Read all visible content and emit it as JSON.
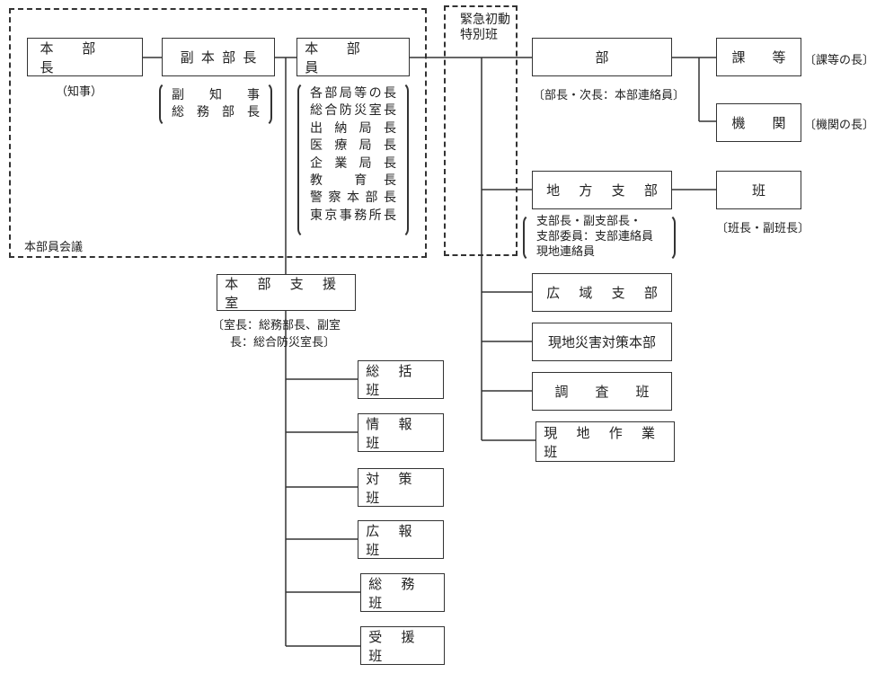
{
  "honbu_kaigi": {
    "label": "本部員会議",
    "honbucho": "本 部 長",
    "chiji": "（知事）",
    "fuku_honbucho": "副本部長",
    "fuku_list": [
      "副　知　事",
      "総 務 部 長"
    ],
    "honbuin": "本　部　員",
    "honbuin_list": [
      "各部局等の長",
      "総合防災室長",
      "出 納 局 長",
      "医 療 局 長",
      "企 業 局 長",
      "教　　育　長",
      "警察本部長",
      "東京事務所長"
    ]
  },
  "kinkyu": {
    "line1": "緊急初動",
    "line2": "特別班"
  },
  "bu": {
    "label": "部",
    "note": "〔部長・次長：本部連絡員〕"
  },
  "ka": {
    "label": "課　　等",
    "note": "〔課等の長〕"
  },
  "kikan": {
    "label": "機　　関",
    "note": "〔機関の長〕"
  },
  "chiho_shibu": {
    "label": "地 方 支 部",
    "notes": [
      "支部長・副支部長・",
      "支部委員：支部連絡員",
      "現地連絡員"
    ]
  },
  "han": {
    "label": "班",
    "note": "〔班長・副班長〕"
  },
  "koiki_shibu": "広 域 支 部",
  "genchi_saigai": "現地災害対策本部",
  "chosa": "調　　査　　班",
  "genchi_sagyo": "現 地 作 業 班",
  "shien": {
    "label": "本 部 支 援 室",
    "note1": "〔室長：総務部長、副室",
    "note2": "長：総合防災室長〕"
  },
  "shien_teams": [
    "総 括 班",
    "情 報 班",
    "対 策 班",
    "広 報 班",
    "総 務 班",
    "受 援 班"
  ]
}
